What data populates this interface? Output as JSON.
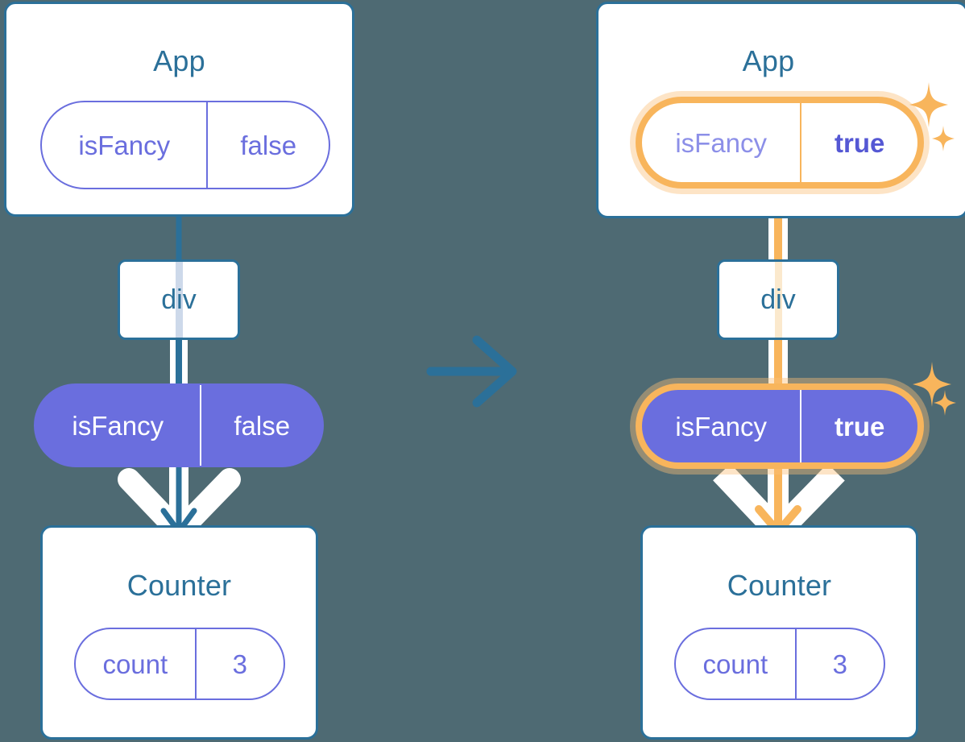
{
  "diagram": {
    "type": "react-state-propagation",
    "background_color": "#4e6a73",
    "accent_blue": "#2b7099",
    "accent_purple": "#6a6ede",
    "accent_orange": "#f8b55c",
    "transition_icon": "arrow-right-icon",
    "sparkle_icon": "sparkle-icon"
  },
  "panels": [
    {
      "id": "before",
      "app": {
        "title": "App",
        "state": {
          "key": "isFancy",
          "value": "false",
          "highlighted": false
        }
      },
      "div": {
        "label": "div"
      },
      "prop": {
        "key": "isFancy",
        "value": "false",
        "highlighted": false
      },
      "counter": {
        "title": "Counter",
        "state": {
          "key": "count",
          "value": "3",
          "highlighted": false
        }
      },
      "sparkles": []
    },
    {
      "id": "after",
      "app": {
        "title": "App",
        "state": {
          "key": "isFancy",
          "value": "true",
          "highlighted": true
        }
      },
      "div": {
        "label": "div"
      },
      "prop": {
        "key": "isFancy",
        "value": "true",
        "highlighted": true
      },
      "counter": {
        "title": "Counter",
        "state": {
          "key": "count",
          "value": "3",
          "highlighted": false
        }
      },
      "sparkles": [
        "sparkle-large",
        "sparkle-small",
        "sparkle-large",
        "sparkle-small"
      ]
    }
  ]
}
